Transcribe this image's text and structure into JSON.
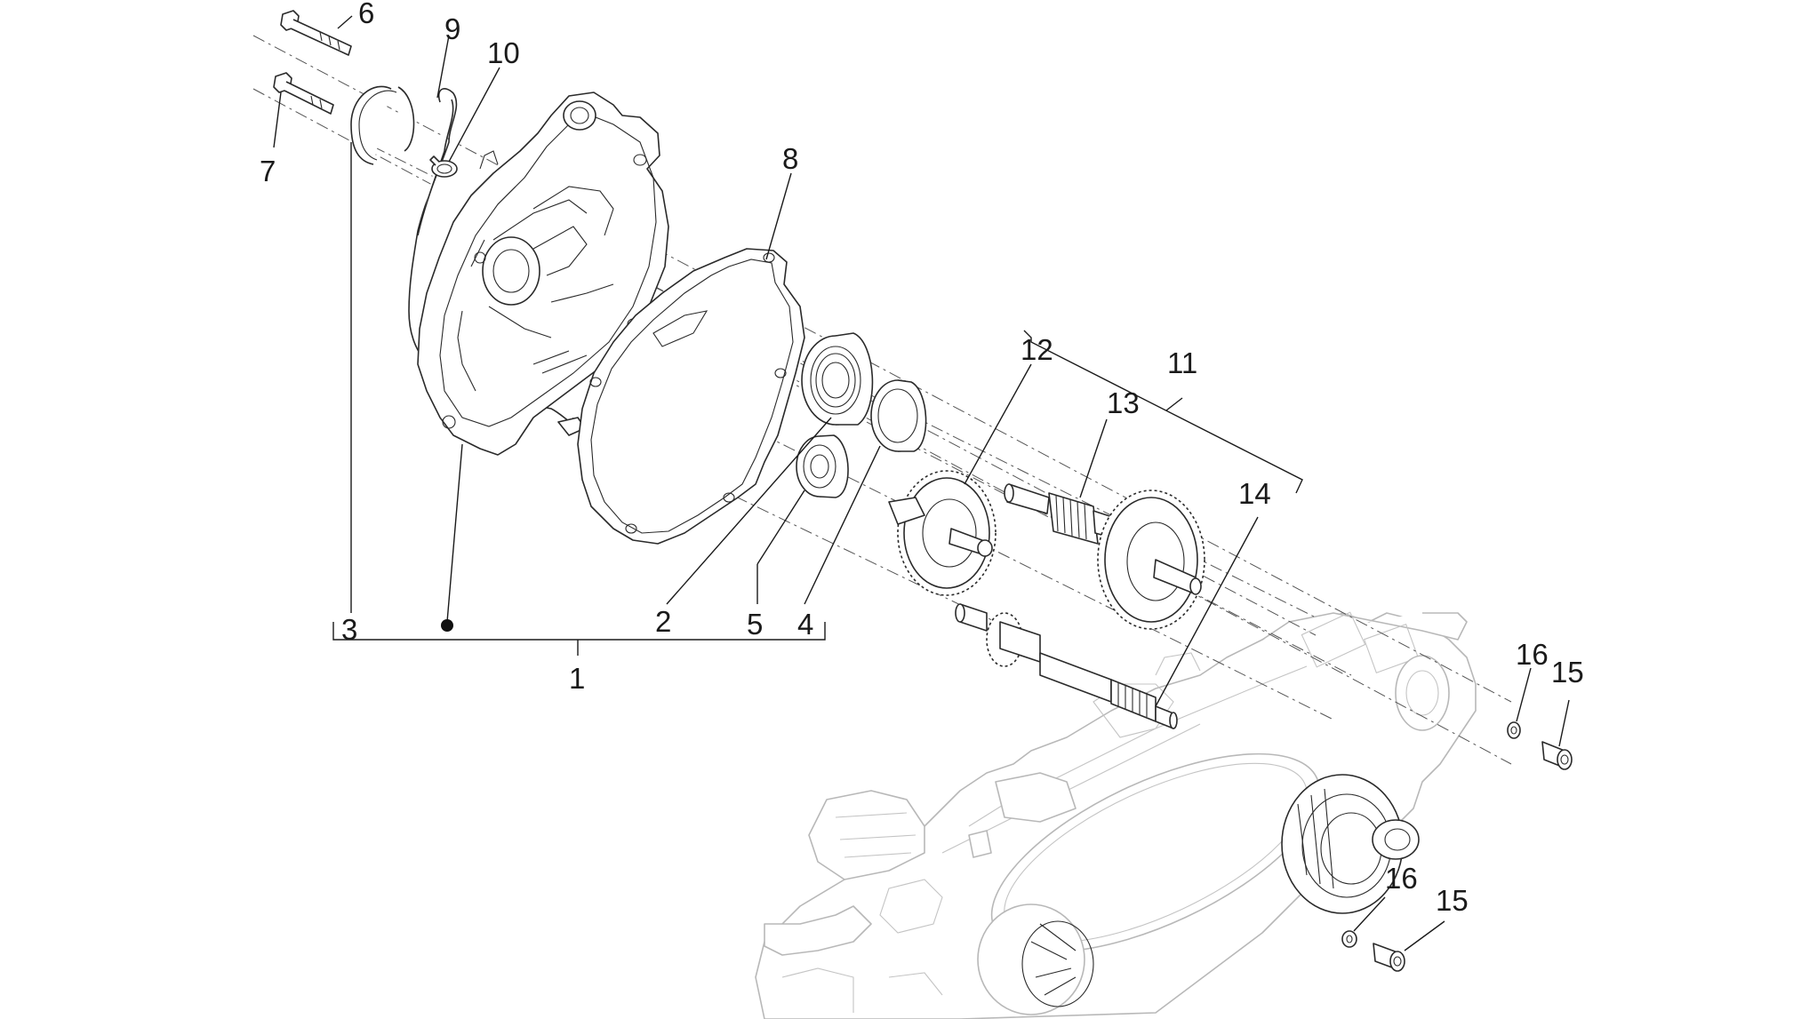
{
  "diagram": {
    "type": "exploded-parts-diagram",
    "callouts": [
      {
        "id": "1",
        "label": "1"
      },
      {
        "id": "2",
        "label": "2"
      },
      {
        "id": "3",
        "label": "3"
      },
      {
        "id": "4",
        "label": "4"
      },
      {
        "id": "5",
        "label": "5"
      },
      {
        "id": "6",
        "label": "6"
      },
      {
        "id": "7",
        "label": "7"
      },
      {
        "id": "8",
        "label": "8"
      },
      {
        "id": "9",
        "label": "9"
      },
      {
        "id": "10",
        "label": "10"
      },
      {
        "id": "11",
        "label": "11"
      },
      {
        "id": "12",
        "label": "12"
      },
      {
        "id": "13",
        "label": "13"
      },
      {
        "id": "14",
        "label": "14"
      },
      {
        "id": "15a",
        "label": "15"
      },
      {
        "id": "16a",
        "label": "16"
      },
      {
        "id": "15b",
        "label": "15"
      },
      {
        "id": "16b",
        "label": "16"
      }
    ]
  }
}
